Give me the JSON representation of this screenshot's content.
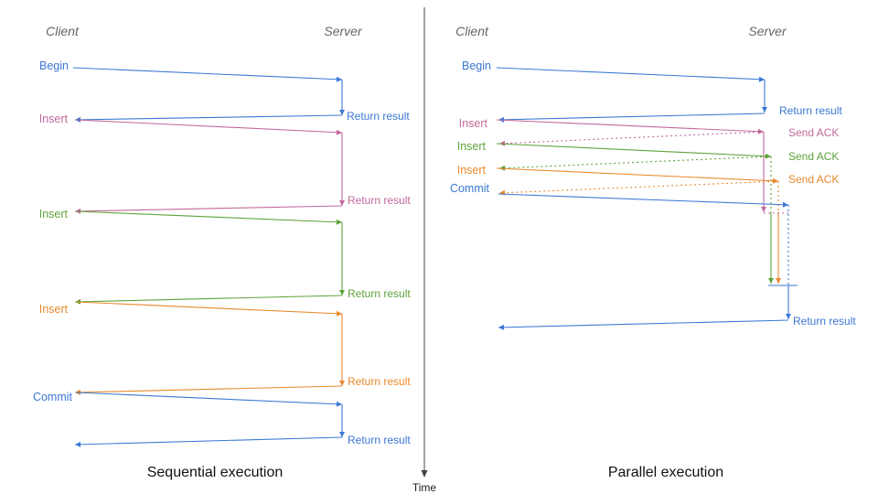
{
  "colors": {
    "blue": "#3b78d4",
    "pink": "#c2699b",
    "green": "#5ea33a",
    "orange": "#e8892c",
    "axis": "#444444",
    "header": "#666666"
  },
  "time_label": "Time",
  "sequential": {
    "caption": "Sequential execution",
    "client_label": "Client",
    "server_label": "Server",
    "steps": [
      {
        "label": "Begin",
        "color": "blue",
        "response": "Return result"
      },
      {
        "label": "Insert",
        "color": "pink",
        "response": "Return result"
      },
      {
        "label": "Insert",
        "color": "green",
        "response": "Return result"
      },
      {
        "label": "Insert",
        "color": "orange",
        "response": "Return result"
      },
      {
        "label": "Commit",
        "color": "blue",
        "response": "Return result"
      }
    ]
  },
  "parallel": {
    "caption": "Parallel execution",
    "client_label": "Client",
    "server_label": "Server",
    "begin": {
      "label": "Begin",
      "response": "Return result"
    },
    "inserts": [
      {
        "label": "Insert",
        "color": "pink",
        "ack": "Send ACK"
      },
      {
        "label": "Insert",
        "color": "green",
        "ack": "Send ACK"
      },
      {
        "label": "Insert",
        "color": "orange",
        "ack": "Send ACK"
      }
    ],
    "commit": {
      "label": "Commit",
      "response": "Return result"
    }
  }
}
